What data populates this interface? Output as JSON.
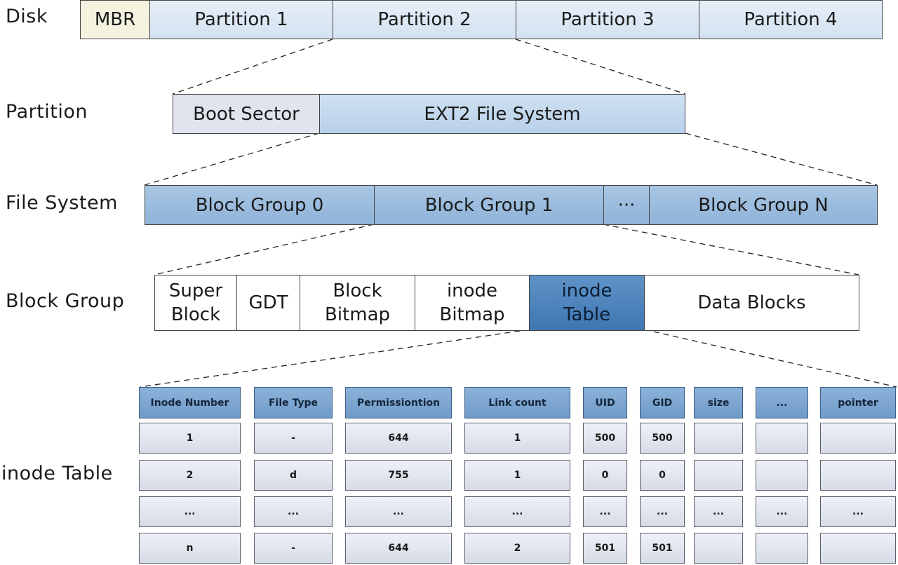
{
  "labels": {
    "disk": "Disk",
    "partition": "Partition",
    "file_system": "File System",
    "block_group": "Block Group",
    "inode_table": "inode Table"
  },
  "disk": {
    "mbr": "MBR",
    "partitions": [
      "Partition 1",
      "Partition 2",
      "Partition 3",
      "Partition 4"
    ]
  },
  "partition": {
    "boot_sector": "Boot Sector",
    "ext2": "EXT2 File System"
  },
  "file_system": {
    "groups": [
      "Block Group 0",
      "Block Group 1",
      "···",
      "Block Group N"
    ]
  },
  "block_group": {
    "parts": [
      "Super\nBlock",
      "GDT",
      "Block\nBitmap",
      "inode\nBitmap",
      "inode\nTable",
      "Data Blocks"
    ]
  },
  "inode_table": {
    "headers": [
      "Inode Number",
      "File Type",
      "Permissiontion",
      "Link count",
      "UID",
      "GID",
      "size",
      "...",
      "pointer"
    ],
    "rows": [
      [
        "1",
        "-",
        "644",
        "1",
        "500",
        "500",
        "",
        "",
        ""
      ],
      [
        "2",
        "d",
        "755",
        "1",
        "0",
        "0",
        "",
        "",
        ""
      ],
      [
        "...",
        "...",
        "...",
        "...",
        "...",
        "...",
        "...",
        "...",
        "..."
      ],
      [
        "n",
        "-",
        "644",
        "2",
        "501",
        "501",
        "",
        "",
        ""
      ]
    ]
  },
  "colors": {
    "highlight": "#3f76b1",
    "block_group_fill": "#8fb3d8",
    "table_header": "#6f9ac8"
  }
}
